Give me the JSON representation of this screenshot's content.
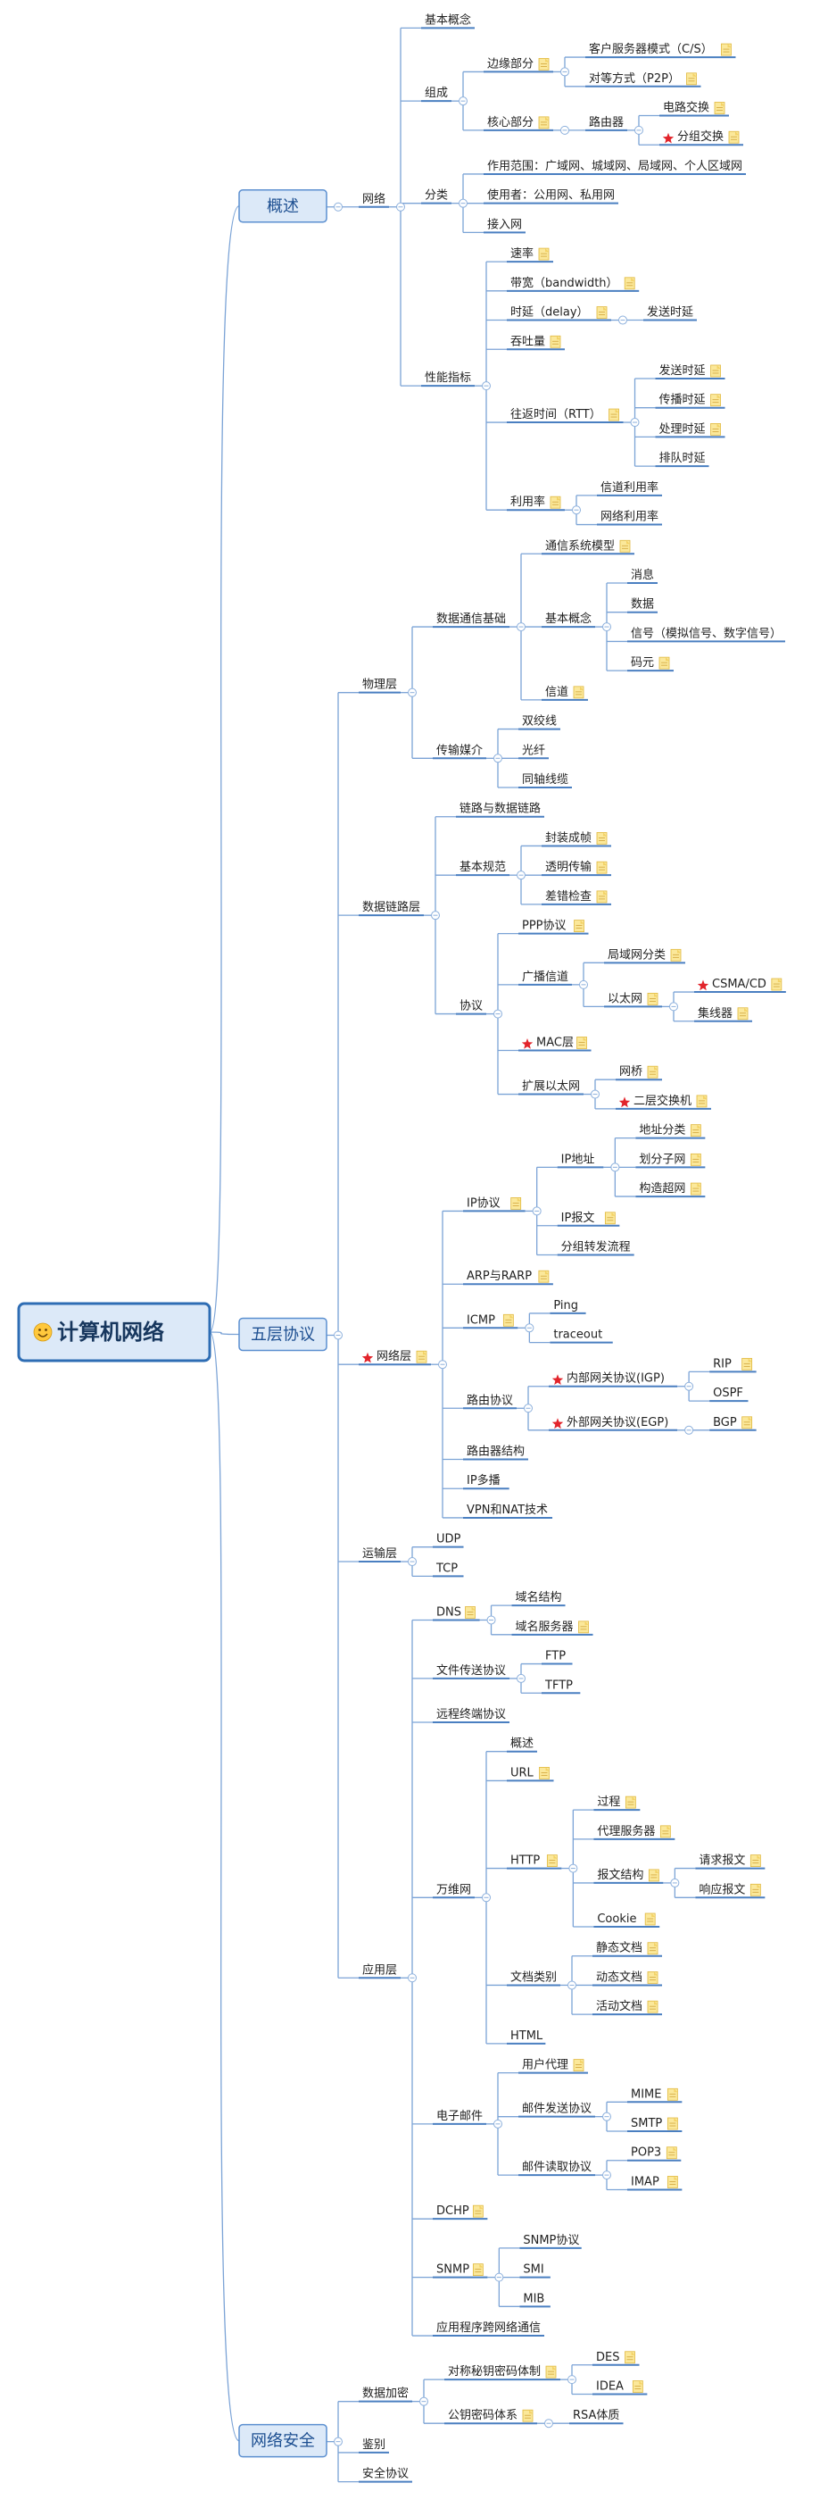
{
  "root": {
    "label": "计算机网络",
    "icon": "smiley-icon"
  },
  "branches": [
    {
      "label": "概述",
      "children": [
        {
          "label": "网络",
          "children": [
            {
              "label": "基本概念"
            },
            {
              "label": "组成",
              "children": [
                {
                  "label": "边缘部分",
                  "note": true,
                  "children": [
                    {
                      "label": "客户服务器模式（C/S）",
                      "note": true
                    },
                    {
                      "label": "对等方式（P2P）",
                      "note": true
                    }
                  ]
                },
                {
                  "label": "核心部分",
                  "note": true,
                  "children": [
                    {
                      "label": "路由器",
                      "children": [
                        {
                          "label": "电路交换",
                          "note": true
                        },
                        {
                          "label": "分组交换",
                          "star": true,
                          "note": true
                        }
                      ]
                    }
                  ]
                }
              ]
            },
            {
              "label": "分类",
              "children": [
                {
                  "label": "作用范围：广域网、城域网、局域网、个人区域网"
                },
                {
                  "label": "使用者：公用网、私用网"
                },
                {
                  "label": "接入网"
                }
              ]
            },
            {
              "label": "性能指标",
              "children": [
                {
                  "label": "速率",
                  "note": true
                },
                {
                  "label": "带宽（bandwidth）",
                  "note": true
                },
                {
                  "label": "时延（delay）",
                  "note": true,
                  "children": [
                    {
                      "label": "发送时延"
                    }
                  ]
                },
                {
                  "label": "吞吐量",
                  "note": true
                },
                {
                  "label": "往返时间（RTT）",
                  "note": true,
                  "children": [
                    {
                      "label": "发送时延",
                      "note": true
                    },
                    {
                      "label": "传播时延",
                      "note": true
                    },
                    {
                      "label": "处理时延",
                      "note": true
                    },
                    {
                      "label": "排队时延"
                    }
                  ]
                },
                {
                  "label": "利用率",
                  "note": true,
                  "children": [
                    {
                      "label": "信道利用率"
                    },
                    {
                      "label": "网络利用率"
                    }
                  ]
                }
              ]
            }
          ]
        }
      ]
    },
    {
      "label": "五层协议",
      "children": [
        {
          "label": "物理层",
          "children": [
            {
              "label": "数据通信基础",
              "children": [
                {
                  "label": "通信系统模型",
                  "note": true
                },
                {
                  "label": "基本概念",
                  "children": [
                    {
                      "label": "消息"
                    },
                    {
                      "label": "数据"
                    },
                    {
                      "label": "信号（模拟信号、数字信号）"
                    },
                    {
                      "label": "码元",
                      "note": true
                    }
                  ]
                },
                {
                  "label": "信道",
                  "note": true
                }
              ]
            },
            {
              "label": "传输媒介",
              "children": [
                {
                  "label": "双绞线"
                },
                {
                  "label": "光纤"
                },
                {
                  "label": "同轴线缆"
                }
              ]
            }
          ]
        },
        {
          "label": "数据链路层",
          "children": [
            {
              "label": "链路与数据链路"
            },
            {
              "label": "基本规范",
              "children": [
                {
                  "label": "封装成帧",
                  "note": true
                },
                {
                  "label": "透明传输",
                  "note": true
                },
                {
                  "label": "差错检查",
                  "note": true
                }
              ]
            },
            {
              "label": "协议",
              "children": [
                {
                  "label": "PPP协议",
                  "note": true
                },
                {
                  "label": "广播信道",
                  "children": [
                    {
                      "label": "局域网分类",
                      "note": true
                    },
                    {
                      "label": "以太网",
                      "note": true,
                      "children": [
                        {
                          "label": "CSMA/CD",
                          "star": true,
                          "note": true
                        },
                        {
                          "label": "集线器",
                          "note": true
                        }
                      ]
                    }
                  ]
                },
                {
                  "label": "MAC层",
                  "star": true,
                  "note": true
                },
                {
                  "label": "扩展以太网",
                  "children": [
                    {
                      "label": "网桥",
                      "note": true
                    },
                    {
                      "label": "二层交换机",
                      "star": true,
                      "note": true
                    }
                  ]
                }
              ]
            }
          ]
        },
        {
          "label": "网络层",
          "star": true,
          "note": true,
          "children": [
            {
              "label": "IP协议",
              "note": true,
              "children": [
                {
                  "label": "IP地址",
                  "children": [
                    {
                      "label": "地址分类",
                      "note": true
                    },
                    {
                      "label": "划分子网",
                      "note": true
                    },
                    {
                      "label": "构造超网",
                      "note": true
                    }
                  ]
                },
                {
                  "label": "IP报文",
                  "note": true
                },
                {
                  "label": "分组转发流程"
                }
              ]
            },
            {
              "label": "ARP与RARP",
              "note": true
            },
            {
              "label": "ICMP",
              "note": true,
              "children": [
                {
                  "label": "Ping"
                },
                {
                  "label": "traceout"
                }
              ]
            },
            {
              "label": "路由协议",
              "children": [
                {
                  "label": "内部网关协议(IGP)",
                  "star": true,
                  "children": [
                    {
                      "label": "RIP",
                      "note": true
                    },
                    {
                      "label": "OSPF"
                    }
                  ]
                },
                {
                  "label": "外部网关协议(EGP)",
                  "star": true,
                  "children": [
                    {
                      "label": "BGP",
                      "note": true
                    }
                  ]
                }
              ]
            },
            {
              "label": "路由器结构"
            },
            {
              "label": "IP多播"
            },
            {
              "label": "VPN和NAT技术"
            }
          ]
        },
        {
          "label": "运输层",
          "children": [
            {
              "label": "UDP"
            },
            {
              "label": "TCP"
            }
          ]
        },
        {
          "label": "应用层",
          "children": [
            {
              "label": "DNS",
              "note": true,
              "children": [
                {
                  "label": "域名结构"
                },
                {
                  "label": "域名服务器",
                  "note": true
                }
              ]
            },
            {
              "label": "文件传送协议",
              "children": [
                {
                  "label": "FTP"
                },
                {
                  "label": "TFTP"
                }
              ]
            },
            {
              "label": "远程终端协议"
            },
            {
              "label": "万维网",
              "children": [
                {
                  "label": "概述"
                },
                {
                  "label": "URL",
                  "note": true
                },
                {
                  "label": "HTTP",
                  "note": true,
                  "children": [
                    {
                      "label": "过程",
                      "note": true
                    },
                    {
                      "label": "代理服务器",
                      "note": true
                    },
                    {
                      "label": "报文结构",
                      "note": true,
                      "children": [
                        {
                          "label": "请求报文",
                          "note": true
                        },
                        {
                          "label": "响应报文",
                          "note": true
                        }
                      ]
                    },
                    {
                      "label": "Cookie",
                      "note": true
                    }
                  ]
                },
                {
                  "label": "文档类别",
                  "children": [
                    {
                      "label": "静态文档",
                      "note": true
                    },
                    {
                      "label": "动态文档",
                      "note": true
                    },
                    {
                      "label": "活动文档",
                      "note": true
                    }
                  ]
                },
                {
                  "label": "HTML"
                }
              ]
            },
            {
              "label": "电子邮件",
              "children": [
                {
                  "label": "用户代理",
                  "note": true
                },
                {
                  "label": "邮件发送协议",
                  "children": [
                    {
                      "label": "MIME",
                      "note": true
                    },
                    {
                      "label": "SMTP",
                      "note": true
                    }
                  ]
                },
                {
                  "label": "邮件读取协议",
                  "children": [
                    {
                      "label": "POP3",
                      "note": true
                    },
                    {
                      "label": "IMAP",
                      "note": true
                    }
                  ]
                }
              ]
            },
            {
              "label": "DCHP",
              "note": true
            },
            {
              "label": "SNMP",
              "note": true,
              "children": [
                {
                  "label": "SNMP协议"
                },
                {
                  "label": "SMI"
                },
                {
                  "label": "MIB"
                }
              ]
            },
            {
              "label": "应用程序跨网络通信"
            }
          ]
        }
      ]
    },
    {
      "label": "网络安全",
      "children": [
        {
          "label": "数据加密",
          "children": [
            {
              "label": "对称秘钥密码体制",
              "note": true,
              "children": [
                {
                  "label": "DES",
                  "note": true
                },
                {
                  "label": "IDEA",
                  "note": true
                }
              ]
            },
            {
              "label": "公钥密码体系",
              "note": true,
              "children": [
                {
                  "label": "RSA体质"
                }
              ]
            }
          ]
        },
        {
          "label": "鉴别"
        },
        {
          "label": "安全协议"
        }
      ]
    }
  ]
}
